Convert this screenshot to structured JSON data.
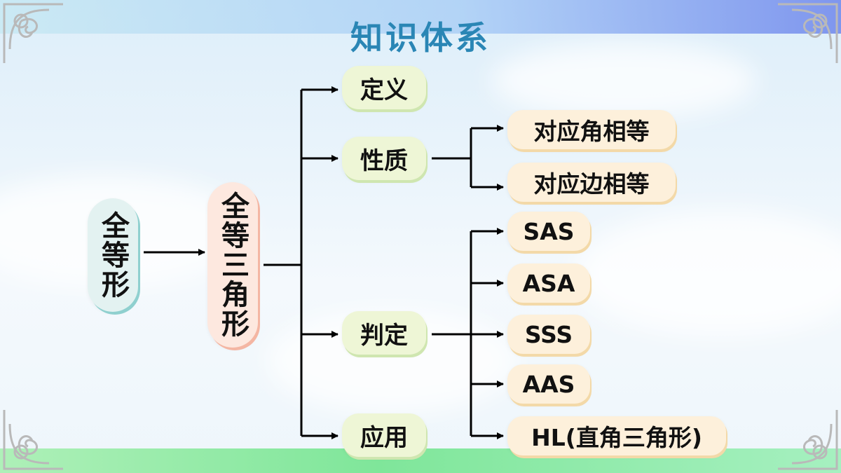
{
  "title": "知识体系",
  "root": "全等形",
  "main": "全等三角形",
  "branches": {
    "definition": "定义",
    "property": "性质",
    "criteria": "判定",
    "application": "应用"
  },
  "properties": [
    "对应角相等",
    "对应边相等"
  ],
  "criteria": [
    "SAS",
    "ASA",
    "SSS",
    "AAS",
    "HL(直角三角形)"
  ]
}
